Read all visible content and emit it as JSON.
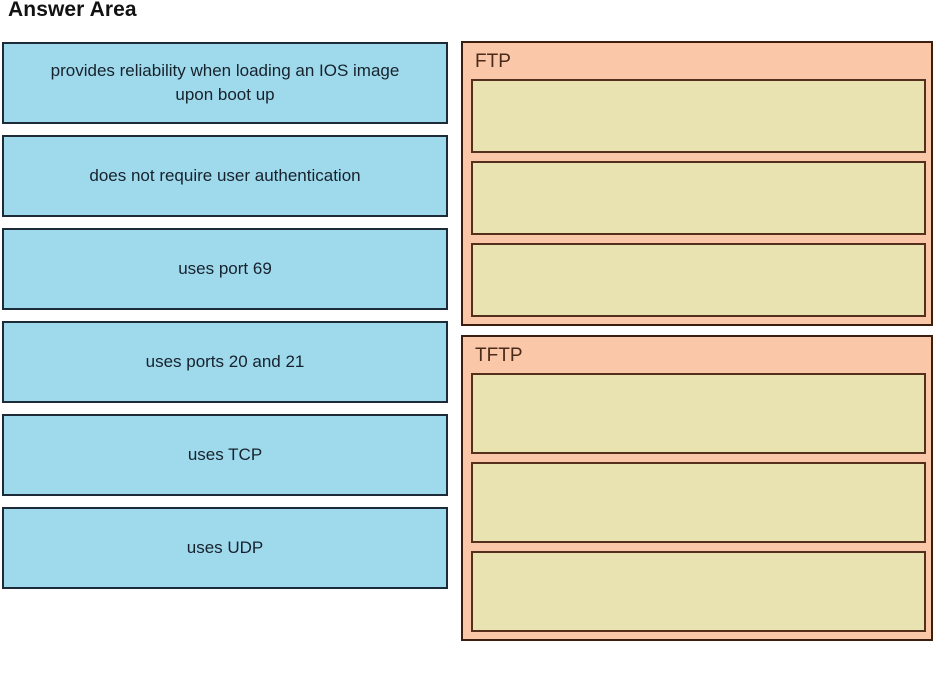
{
  "header": {
    "title": "Answer Area"
  },
  "colors": {
    "option_tile_fill": "#9fd9ec",
    "option_tile_border": "#1d2b38",
    "panel_fill": "#fac8a8",
    "panel_border": "#3b1e10",
    "slot_fill": "#e9e3b2",
    "slot_border": "#54301c",
    "page_background": "#ffffff",
    "title_text": "#121212",
    "panel_title_text": "#4a2a18"
  },
  "options": [
    {
      "label": "provides reliability when loading an IOS image upon boot up"
    },
    {
      "label": "does not require user authentication"
    },
    {
      "label": "uses port 69"
    },
    {
      "label": "uses ports 20 and 21"
    },
    {
      "label": "uses TCP"
    },
    {
      "label": "uses UDP"
    }
  ],
  "targets": [
    {
      "title": "FTP",
      "slots": [
        {
          "value": ""
        },
        {
          "value": ""
        },
        {
          "value": ""
        }
      ]
    },
    {
      "title": "TFTP",
      "slots": [
        {
          "value": ""
        },
        {
          "value": ""
        },
        {
          "value": ""
        }
      ]
    }
  ]
}
